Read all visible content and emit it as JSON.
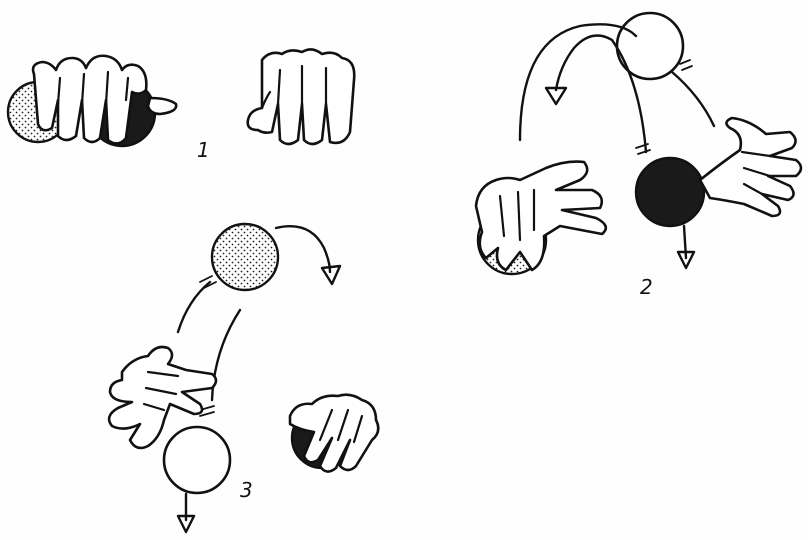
{
  "steps": [
    {
      "label": "1"
    },
    {
      "label": "2"
    },
    {
      "label": "3"
    }
  ],
  "ball_styles": {
    "dotted": "dotted",
    "black": "#1a1a1a",
    "white": "#ffffff"
  }
}
